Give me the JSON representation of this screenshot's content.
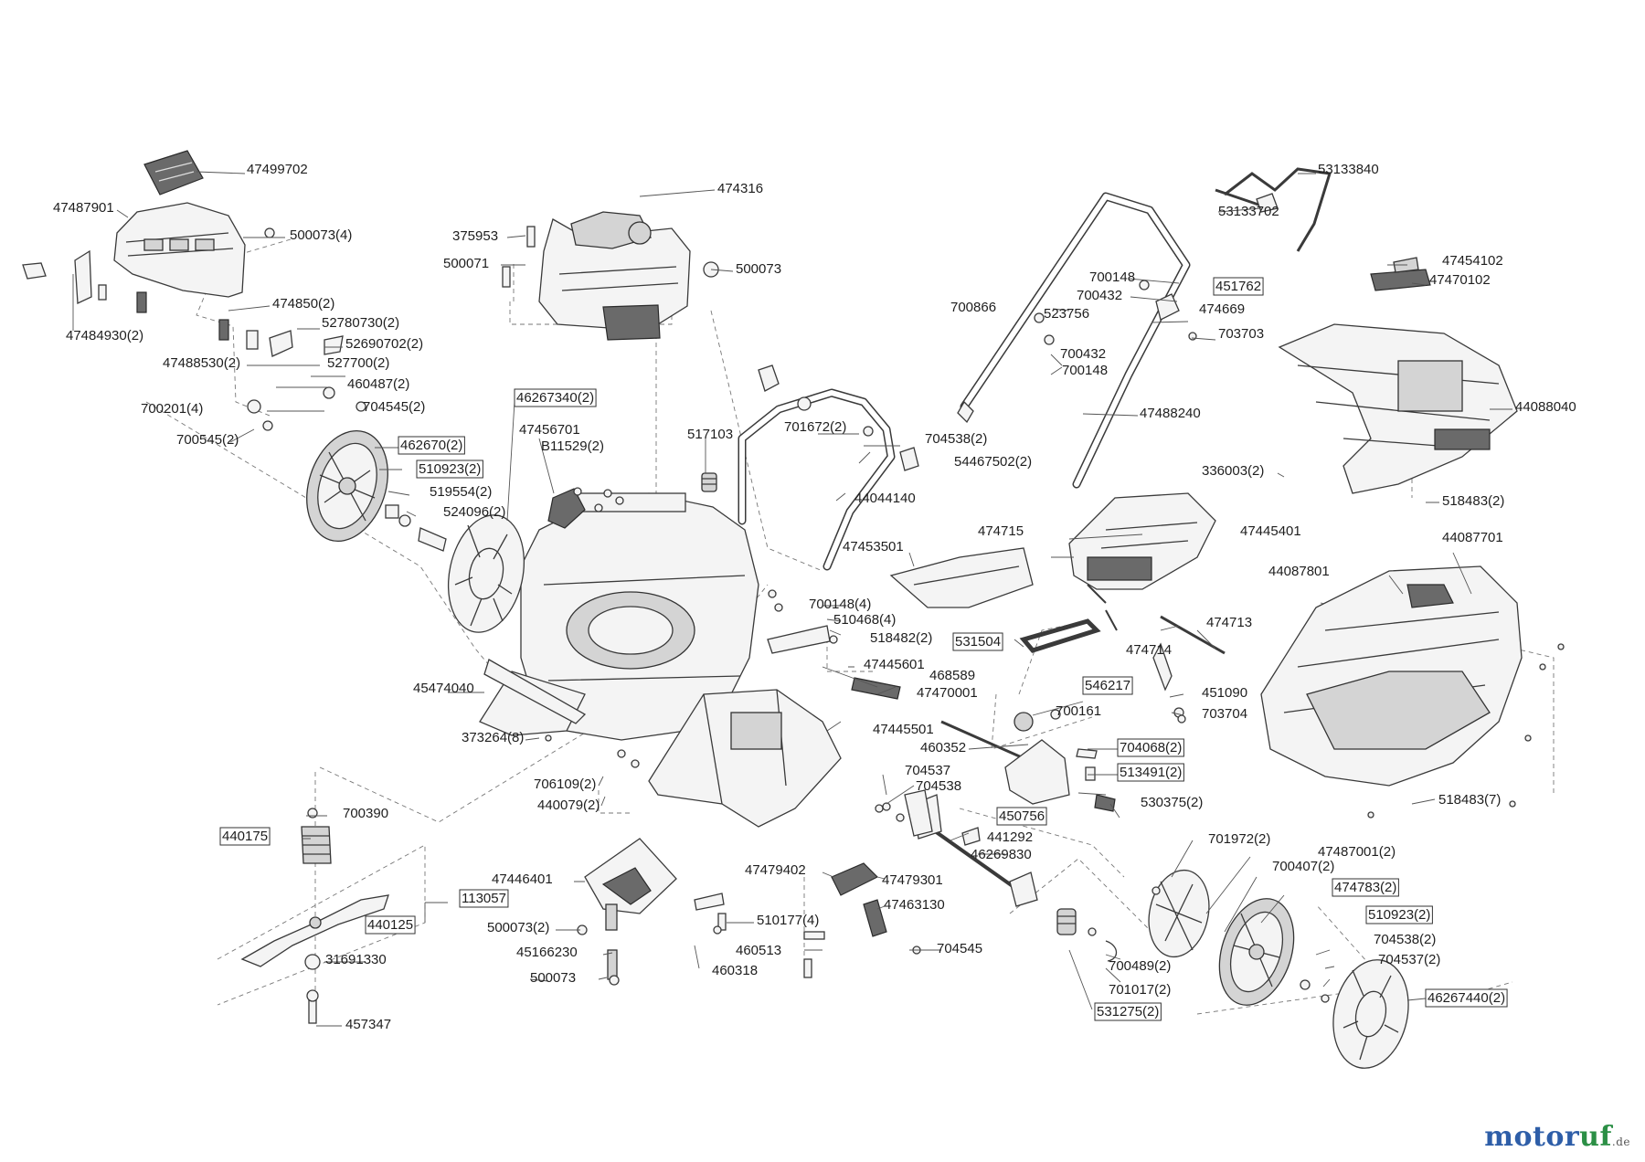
{
  "labels": [
    {
      "id": "p47499702",
      "text": "47499702",
      "boxed": false
    },
    {
      "id": "p47487901",
      "text": "47487901",
      "boxed": false
    },
    {
      "id": "p500073_4",
      "text": "500073(4)",
      "boxed": false
    },
    {
      "id": "p474850_2",
      "text": "474850(2)",
      "boxed": false
    },
    {
      "id": "p47484930_2",
      "text": "47484930(2)",
      "boxed": false
    },
    {
      "id": "p52780730_2",
      "text": "52780730(2)",
      "boxed": false
    },
    {
      "id": "p52690702_2",
      "text": "52690702(2)",
      "boxed": false
    },
    {
      "id": "p47488530_2",
      "text": "47488530(2)",
      "boxed": false
    },
    {
      "id": "p527700_2",
      "text": "527700(2)",
      "boxed": false
    },
    {
      "id": "p460487_2",
      "text": "460487(2)",
      "boxed": false
    },
    {
      "id": "p700201_4",
      "text": "700201(4)",
      "boxed": false
    },
    {
      "id": "p704545_2",
      "text": "704545(2)",
      "boxed": false
    },
    {
      "id": "p700545_2",
      "text": "700545(2)",
      "boxed": false
    },
    {
      "id": "p474316",
      "text": "474316",
      "boxed": false
    },
    {
      "id": "p375953",
      "text": "375953",
      "boxed": false
    },
    {
      "id": "p500071",
      "text": "500071",
      "boxed": false
    },
    {
      "id": "p500073a",
      "text": "500073",
      "boxed": false
    },
    {
      "id": "p46267340_2",
      "text": "46267340(2)",
      "boxed": true
    },
    {
      "id": "p47456701",
      "text": "47456701",
      "boxed": false
    },
    {
      "id": "pB11529_2",
      "text": "B11529(2)",
      "boxed": false
    },
    {
      "id": "p517103",
      "text": "517103",
      "boxed": false
    },
    {
      "id": "p462670_2",
      "text": "462670(2)",
      "boxed": true
    },
    {
      "id": "p510923_2a",
      "text": "510923(2)",
      "boxed": true
    },
    {
      "id": "p519554_2",
      "text": "519554(2)",
      "boxed": false
    },
    {
      "id": "p524096_2",
      "text": "524096(2)",
      "boxed": false
    },
    {
      "id": "p53133840",
      "text": "53133840",
      "boxed": false
    },
    {
      "id": "p53133702",
      "text": "53133702",
      "boxed": false
    },
    {
      "id": "p700148a",
      "text": "700148",
      "boxed": false
    },
    {
      "id": "p451762",
      "text": "451762",
      "boxed": true
    },
    {
      "id": "p700432a",
      "text": "700432",
      "boxed": false
    },
    {
      "id": "p700866",
      "text": "700866",
      "boxed": false
    },
    {
      "id": "p523756",
      "text": "523756",
      "boxed": false
    },
    {
      "id": "p474669",
      "text": "474669",
      "boxed": false
    },
    {
      "id": "p703703",
      "text": "703703",
      "boxed": false
    },
    {
      "id": "p700432b",
      "text": "700432",
      "boxed": false
    },
    {
      "id": "p700148b",
      "text": "700148",
      "boxed": false
    },
    {
      "id": "p47488240",
      "text": "47488240",
      "boxed": false
    },
    {
      "id": "p701672_2",
      "text": "701672(2)",
      "boxed": false
    },
    {
      "id": "p704538_2a",
      "text": "704538(2)",
      "boxed": false
    },
    {
      "id": "p54467502_2",
      "text": "54467502(2)",
      "boxed": false
    },
    {
      "id": "p44044140",
      "text": "44044140",
      "boxed": false
    },
    {
      "id": "p47454102",
      "text": "47454102",
      "boxed": false
    },
    {
      "id": "p47470102",
      "text": "47470102",
      "boxed": false
    },
    {
      "id": "p44088040",
      "text": "44088040",
      "boxed": false
    },
    {
      "id": "p336003_2",
      "text": "336003(2)",
      "boxed": false
    },
    {
      "id": "p518483_2",
      "text": "518483(2)",
      "boxed": false
    },
    {
      "id": "p47453501",
      "text": "47453501",
      "boxed": false
    },
    {
      "id": "p474715",
      "text": "474715",
      "boxed": false
    },
    {
      "id": "p47445401",
      "text": "47445401",
      "boxed": false
    },
    {
      "id": "p44087701",
      "text": "44087701",
      "boxed": false
    },
    {
      "id": "p44087801",
      "text": "44087801",
      "boxed": false
    },
    {
      "id": "p700148_4",
      "text": "700148(4)",
      "boxed": false
    },
    {
      "id": "p510468_4",
      "text": "510468(4)",
      "boxed": false
    },
    {
      "id": "p518482_2",
      "text": "518482(2)",
      "boxed": false
    },
    {
      "id": "p531504",
      "text": "531504",
      "boxed": true
    },
    {
      "id": "p474713",
      "text": "474713",
      "boxed": false
    },
    {
      "id": "p474714",
      "text": "474714",
      "boxed": false
    },
    {
      "id": "p47445601",
      "text": "47445601",
      "boxed": false
    },
    {
      "id": "p468589",
      "text": "468589",
      "boxed": false
    },
    {
      "id": "p47470001",
      "text": "47470001",
      "boxed": false
    },
    {
      "id": "p546217",
      "text": "546217",
      "boxed": true
    },
    {
      "id": "p451090",
      "text": "451090",
      "boxed": false
    },
    {
      "id": "p703704",
      "text": "703704",
      "boxed": false
    },
    {
      "id": "p700161",
      "text": "700161",
      "boxed": false
    },
    {
      "id": "p45474040",
      "text": "45474040",
      "boxed": false
    },
    {
      "id": "p47445501",
      "text": "47445501",
      "boxed": false
    },
    {
      "id": "p460352",
      "text": "460352",
      "boxed": false
    },
    {
      "id": "p704068_2",
      "text": "704068(2)",
      "boxed": true
    },
    {
      "id": "p513491_2",
      "text": "513491(2)",
      "boxed": true
    },
    {
      "id": "p373264_8",
      "text": "373264(8)",
      "boxed": false
    },
    {
      "id": "p706109_2",
      "text": "706109(2)",
      "boxed": false
    },
    {
      "id": "p440079_2",
      "text": "440079(2)",
      "boxed": false
    },
    {
      "id": "p704537",
      "text": "704537",
      "boxed": false
    },
    {
      "id": "p704538",
      "text": "704538",
      "boxed": false
    },
    {
      "id": "p450756",
      "text": "450756",
      "boxed": true
    },
    {
      "id": "p530375_2",
      "text": "530375(2)",
      "boxed": false
    },
    {
      "id": "p518483_7",
      "text": "518483(7)",
      "boxed": false
    },
    {
      "id": "p700390",
      "text": "700390",
      "boxed": false
    },
    {
      "id": "p440175",
      "text": "440175",
      "boxed": true
    },
    {
      "id": "p441292",
      "text": "441292",
      "boxed": false
    },
    {
      "id": "p46269830",
      "text": "46269830",
      "boxed": false
    },
    {
      "id": "p701972_2",
      "text": "701972(2)",
      "boxed": false
    },
    {
      "id": "p47487001_2",
      "text": "47487001(2)",
      "boxed": false
    },
    {
      "id": "p700407_2",
      "text": "700407(2)",
      "boxed": false
    },
    {
      "id": "p474783_2",
      "text": "474783(2)",
      "boxed": true
    },
    {
      "id": "p47446401",
      "text": "47446401",
      "boxed": false
    },
    {
      "id": "p113057",
      "text": "113057",
      "boxed": true
    },
    {
      "id": "p47479402",
      "text": "47479402",
      "boxed": false
    },
    {
      "id": "p47479301",
      "text": "47479301",
      "boxed": false
    },
    {
      "id": "p47463130",
      "text": "47463130",
      "boxed": false
    },
    {
      "id": "p440125",
      "text": "440125",
      "boxed": true
    },
    {
      "id": "p500073_2",
      "text": "500073(2)",
      "boxed": false
    },
    {
      "id": "p510177_4",
      "text": "510177(4)",
      "boxed": false
    },
    {
      "id": "p45166230",
      "text": "45166230",
      "boxed": false
    },
    {
      "id": "p460513",
      "text": "460513",
      "boxed": false
    },
    {
      "id": "p704545",
      "text": "704545",
      "boxed": false
    },
    {
      "id": "p31691330",
      "text": "31691330",
      "boxed": false
    },
    {
      "id": "p500073b",
      "text": "500073",
      "boxed": false
    },
    {
      "id": "p460318",
      "text": "460318",
      "boxed": false
    },
    {
      "id": "p510923_2b",
      "text": "510923(2)",
      "boxed": true
    },
    {
      "id": "p704538_2b",
      "text": "704538(2)",
      "boxed": false
    },
    {
      "id": "p700489_2",
      "text": "700489(2)",
      "boxed": false
    },
    {
      "id": "p704537_2",
      "text": "704537(2)",
      "boxed": false
    },
    {
      "id": "p701017_2",
      "text": "701017(2)",
      "boxed": false
    },
    {
      "id": "p46267440_2",
      "text": "46267440(2)",
      "boxed": true
    },
    {
      "id": "p531275_2",
      "text": "531275(2)",
      "boxed": true
    },
    {
      "id": "p457347",
      "text": "457347",
      "boxed": false
    }
  ],
  "watermark": {
    "brand_main": "motor",
    "brand_accent": "uf",
    "tld": ".de"
  }
}
